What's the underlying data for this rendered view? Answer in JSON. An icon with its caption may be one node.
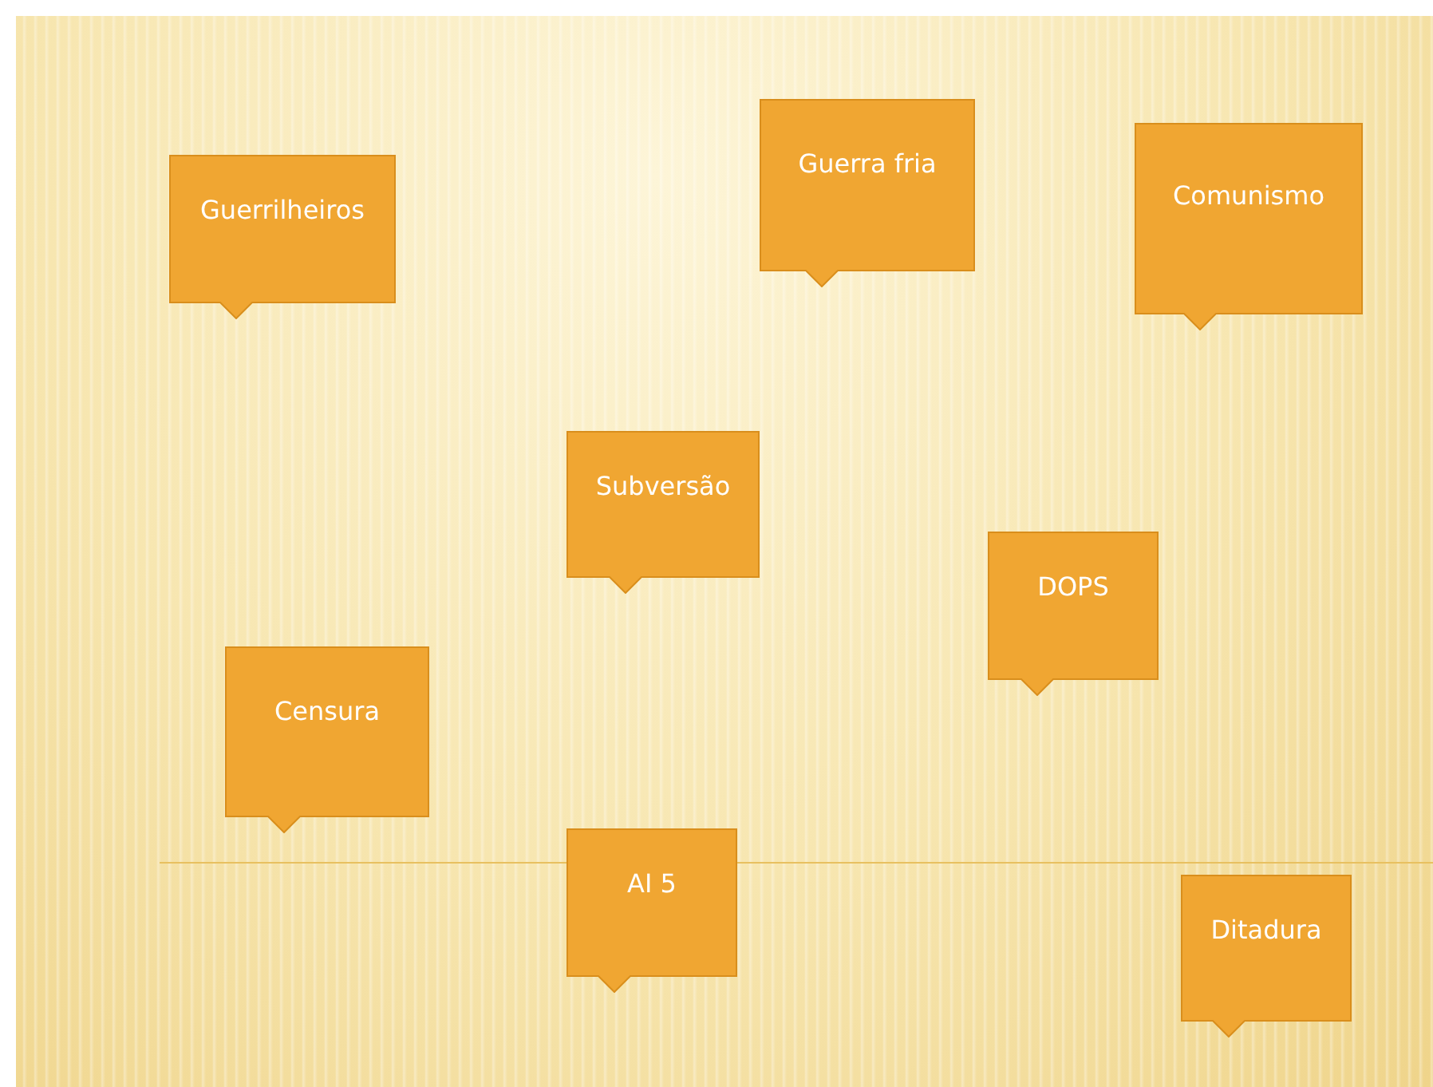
{
  "diagram": {
    "nodes": [
      {
        "text": [
          "Guerrilheiros"
        ]
      },
      {
        "text": [
          "Guerra fria"
        ]
      },
      {
        "text": [
          "Comunismo"
        ]
      },
      {
        "text": [
          "Subversão"
        ]
      },
      {
        "text": [
          "DOPS"
        ]
      },
      {
        "text": [
          "Censura"
        ]
      },
      {
        "text": [
          "AI 5"
        ]
      },
      {
        "text": [
          "Ditadura"
        ]
      }
    ],
    "edges": []
  }
}
